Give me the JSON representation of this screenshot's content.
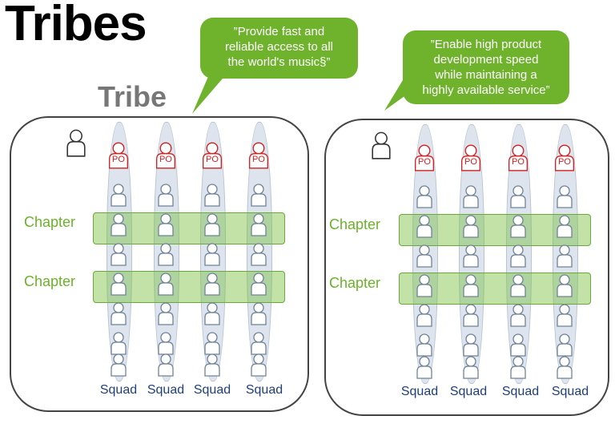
{
  "title": "Tribes",
  "tribe_label": "Tribe",
  "bubbles": [
    {
      "text": "”Provide fast and\nreliable access to all\nthe world's music§”"
    },
    {
      "text": "”Enable high product\ndevelopment speed\nwhile maintaining a\nhighly available service”"
    }
  ],
  "tribes": [
    {
      "chapters": [
        "Chapter",
        "Chapter"
      ],
      "squads": [
        "Squad",
        "Squad",
        "Squad",
        "Squad"
      ],
      "po_label": "PO"
    },
    {
      "chapters": [
        "Chapter",
        "Chapter"
      ],
      "squads": [
        "Squad",
        "Squad",
        "Squad",
        "Squad"
      ],
      "po_label": "PO"
    }
  ],
  "icons": {
    "person": "person-icon",
    "product_owner": "product-owner-icon",
    "tribe_lead": "tribe-lead-icon"
  },
  "colors": {
    "bubble": "#6fb22c",
    "chapter": "#6bb22a",
    "po": "#d42020",
    "squad_text": "#1d3f7a",
    "squad_fill": "#dde4ee"
  }
}
